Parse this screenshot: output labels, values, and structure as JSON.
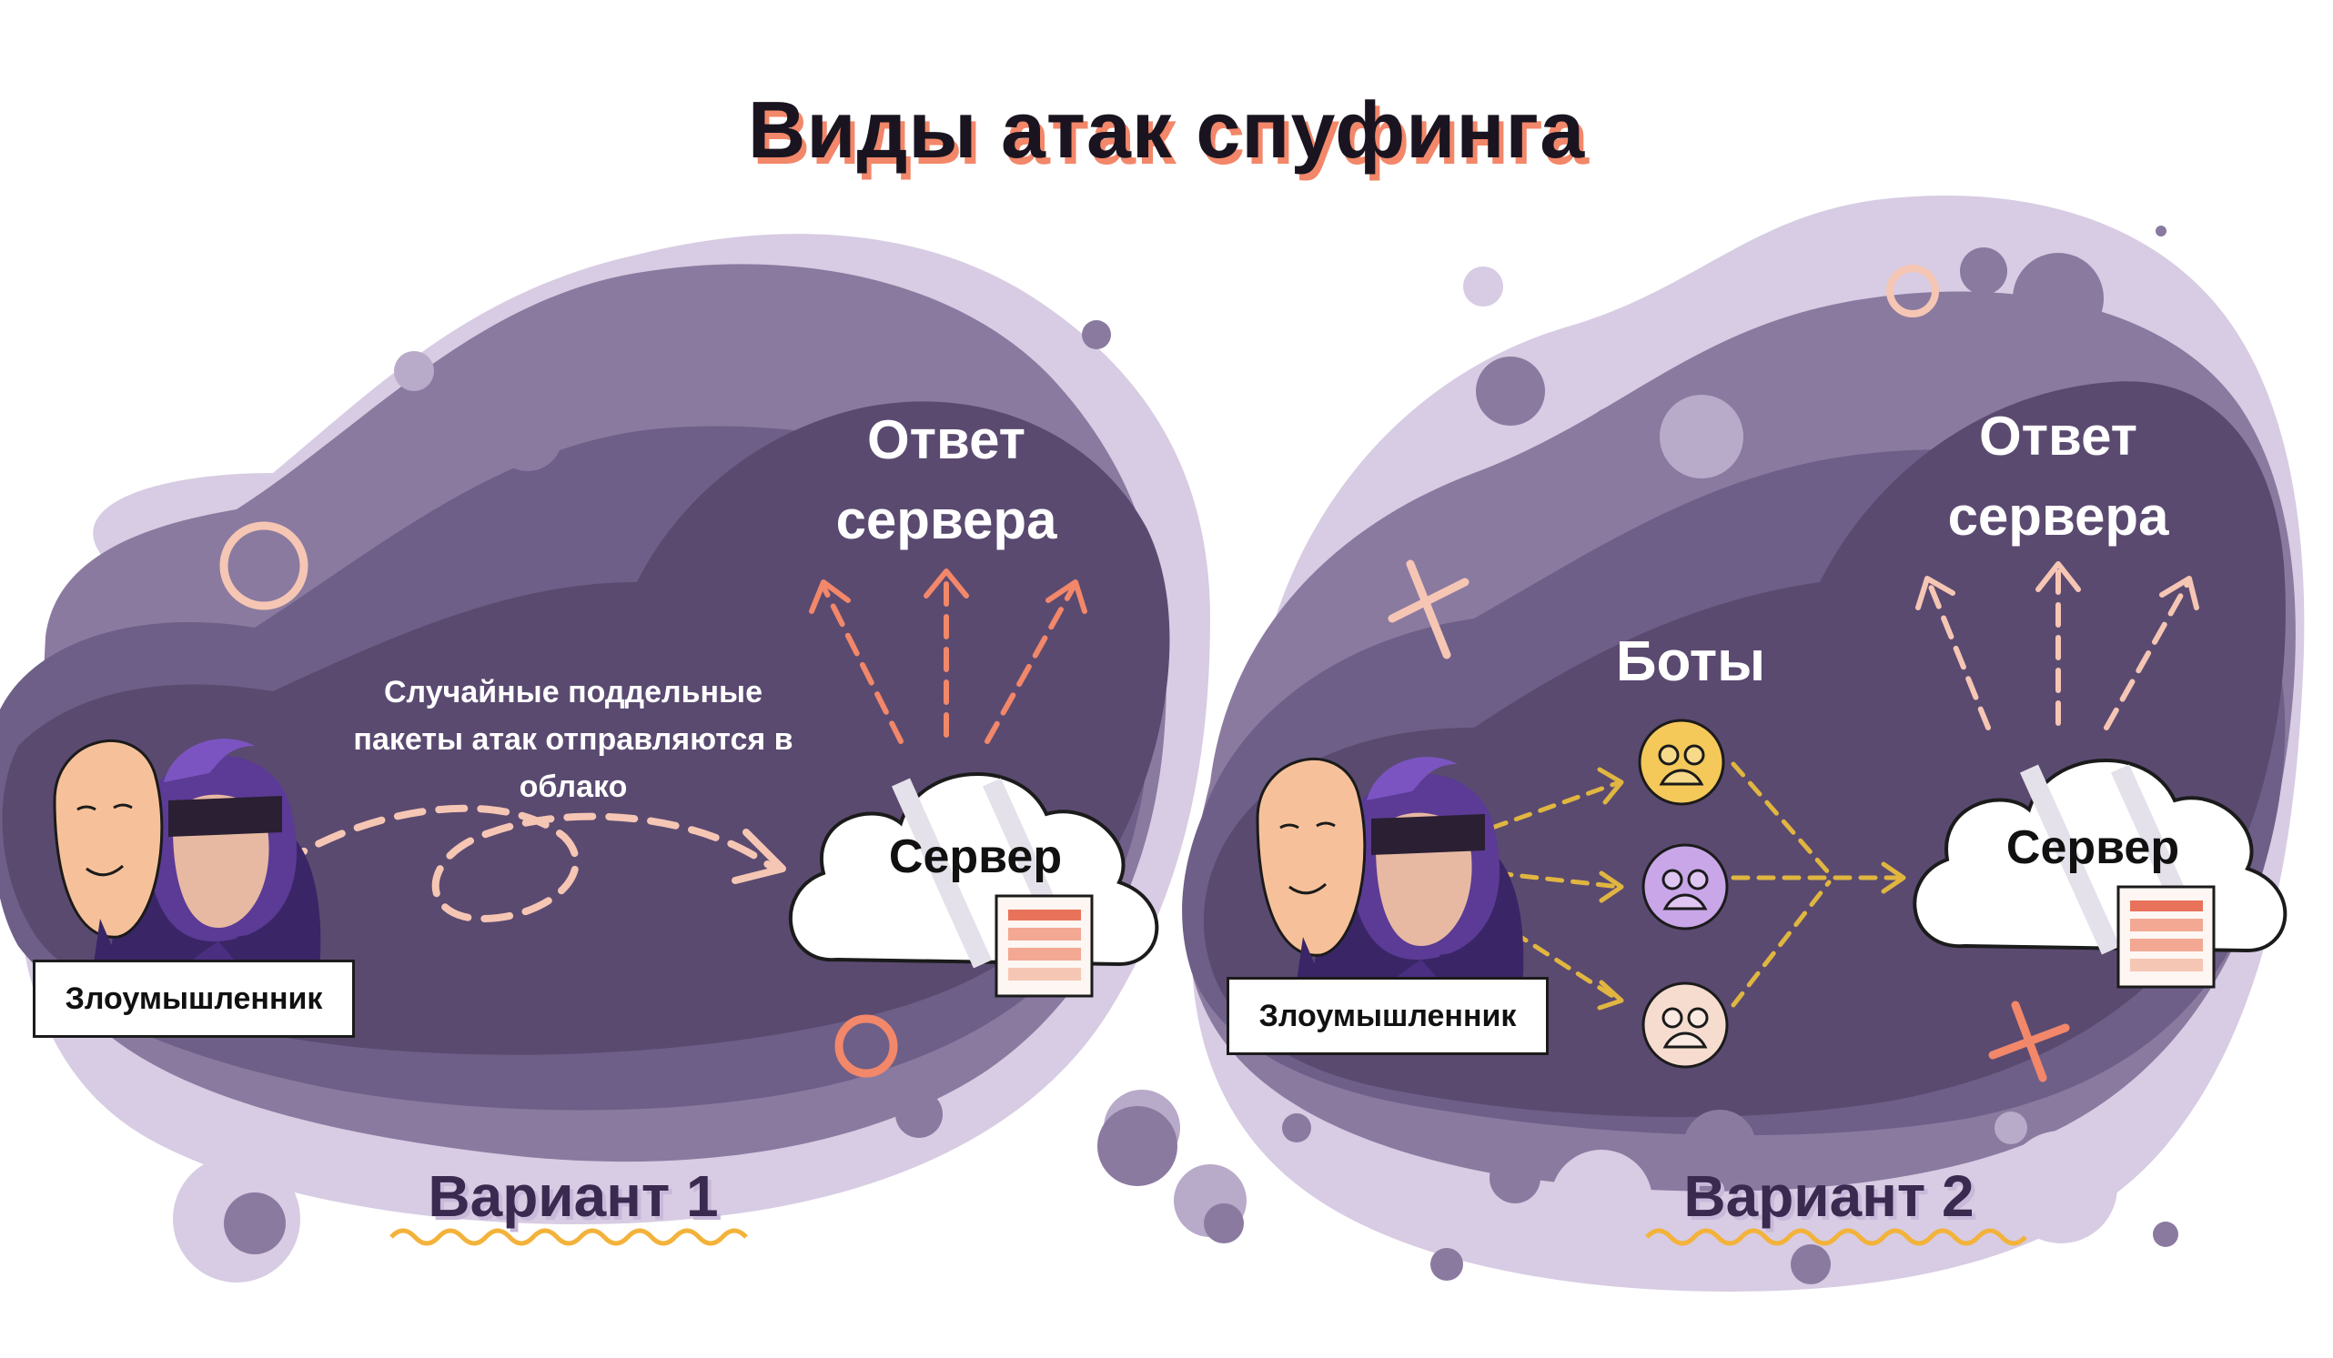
{
  "title": "Виды атак спуфинга",
  "panel1": {
    "response_line1": "Ответ",
    "response_line2": "сервера",
    "server_label": "Сервер",
    "note_line1": "Случайные поддельные",
    "note_line2": "пакеты атак отправляются в",
    "note_line3": "облако",
    "attacker_label": "Злоумышленник",
    "variant": "Вариант 1"
  },
  "panel2": {
    "response_line1": "Ответ",
    "response_line2": "сервера",
    "server_label": "Сервер",
    "bots_label": "Боты",
    "attacker_label": "Злоумышленник",
    "variant": "Вариант 2"
  },
  "colors": {
    "blob_dark": "#5a4a70",
    "blob_mid": "#8a7aa0",
    "blob_light": "#d7cce3",
    "accent_coral": "#f2876a",
    "accent_peach": "#f6c6b4",
    "arrow_yellow": "#e0b640",
    "variant_underline": "#f3b23a",
    "bot_yellow": "#f5c85a",
    "bot_lilac": "#c9a6e8",
    "bot_peach": "#f6dccf"
  },
  "icons": [
    "attacker-icon",
    "mask-icon",
    "cloud-icon",
    "document-icon",
    "bot-face-icon",
    "circle-icon",
    "cross-icon"
  ]
}
